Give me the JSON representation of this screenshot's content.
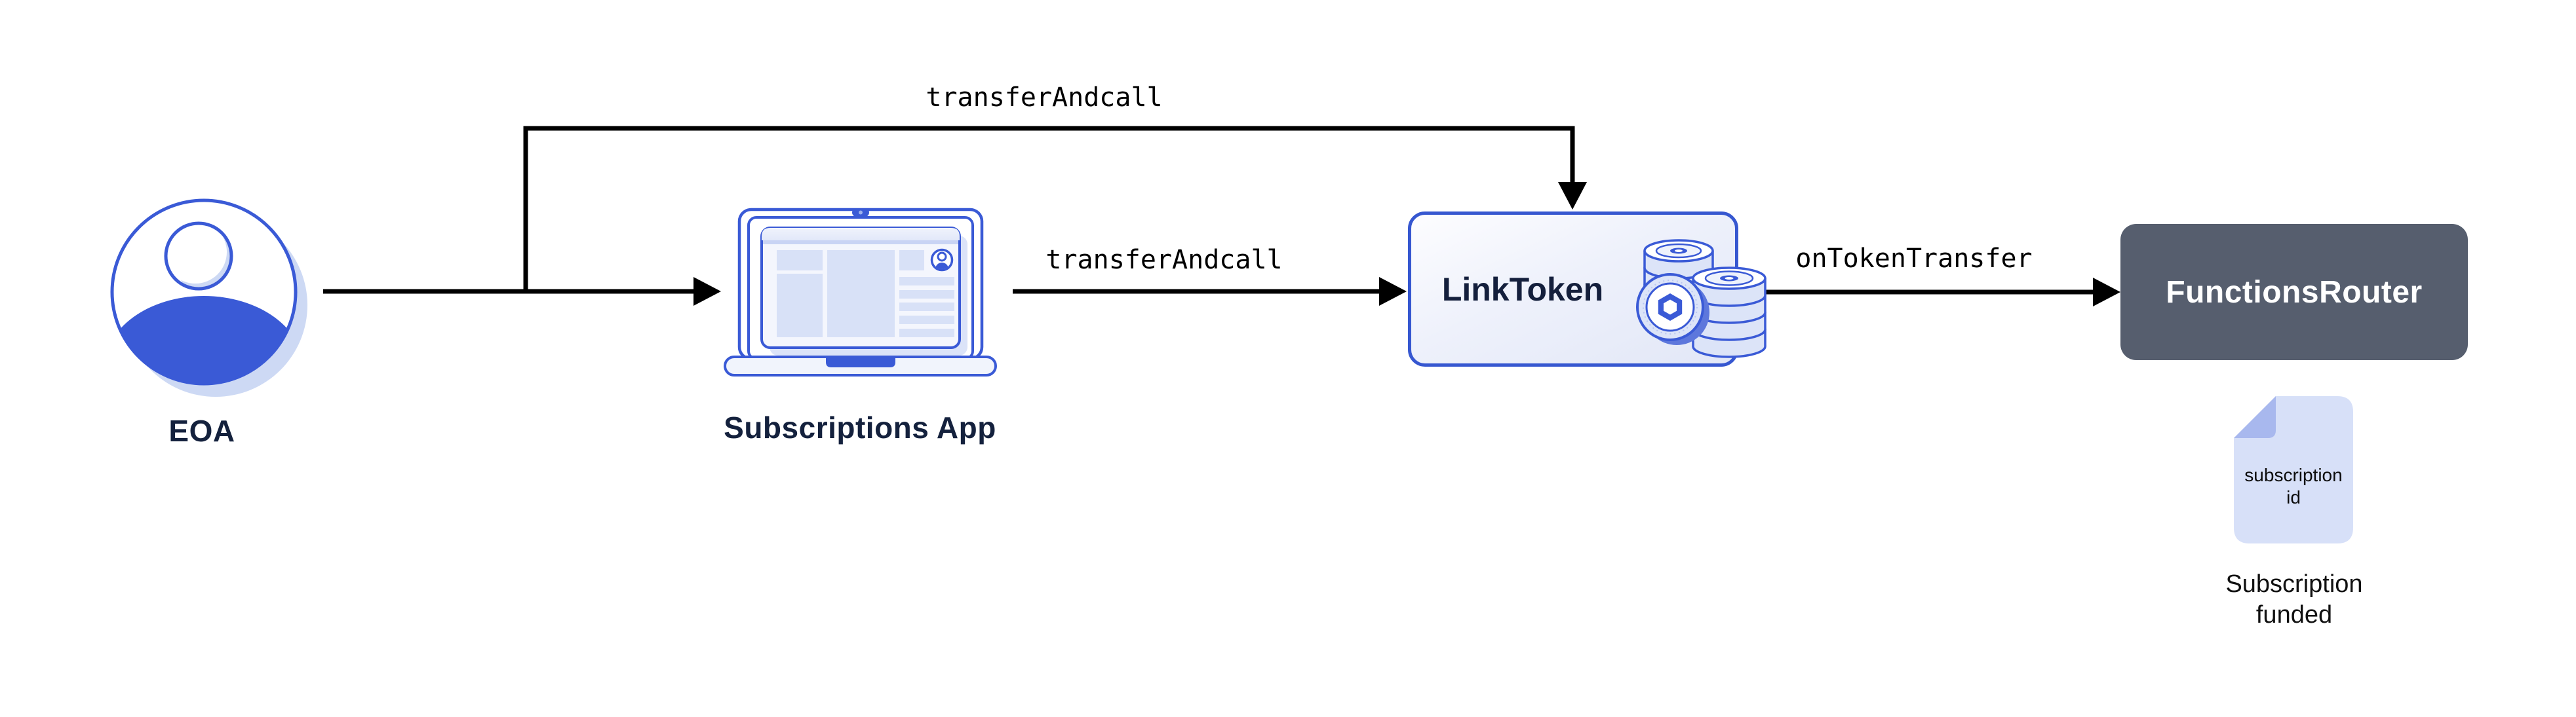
{
  "diagram": {
    "nodes": {
      "eoa": {
        "label": "EOA",
        "icon": "person-avatar-icon"
      },
      "subscriptions_app": {
        "label": "Subscriptions App",
        "icon": "laptop-browser-icon"
      },
      "link_token": {
        "label": "LinkToken",
        "icon": "link-coin-stacks-icon"
      },
      "functions_router": {
        "label": "FunctionsRouter"
      }
    },
    "edges": {
      "eoa_to_link_token": {
        "label": "transferAndcall"
      },
      "subscriptions_app_to_link_token": {
        "label": "transferAndcall"
      },
      "link_token_to_functions_router": {
        "label": "onTokenTransfer"
      }
    },
    "artifact": {
      "doc_text_line1": "subscription",
      "doc_text_line2": "id",
      "caption_line1": "Subscription",
      "caption_line2": "funded"
    },
    "colors": {
      "accent_blue": "#3A5AD6",
      "lavender_fill": "#D8E1F7",
      "shadow_lavender": "#CDD9F4",
      "slate_box": "#565E6E",
      "navy_text": "#14213D",
      "doc_fill": "#D7E0F8",
      "doc_fold": "#A8B8EE",
      "arrow_black": "#000000"
    }
  }
}
